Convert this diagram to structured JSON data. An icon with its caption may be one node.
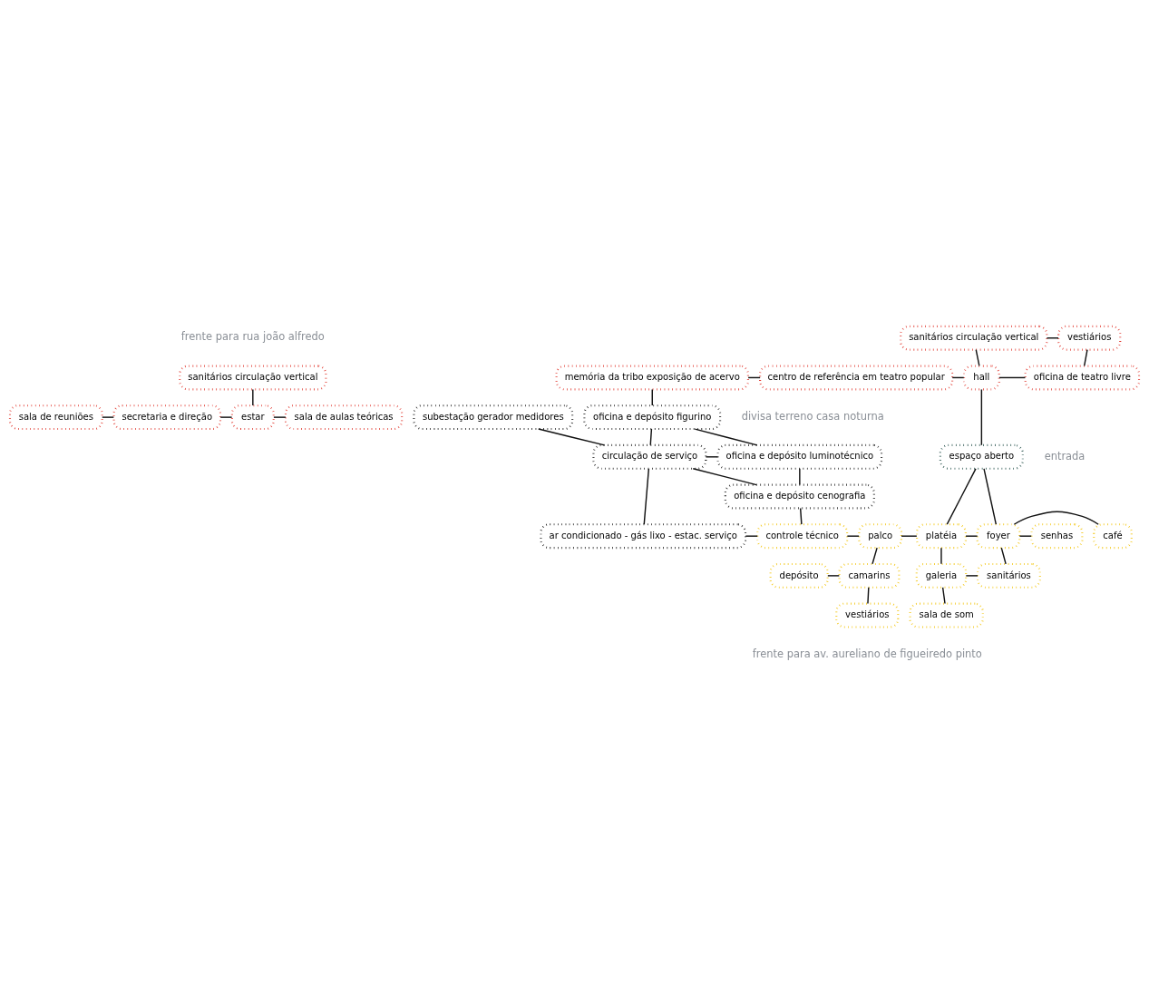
{
  "diagram": {
    "nodes": [
      {
        "text": [
          "sanitários circulação vertical"
        ]
      },
      {
        "text": [
          "sala de reuniões"
        ]
      },
      {
        "text": [
          "secretaria e direção"
        ]
      },
      {
        "text": [
          "estar"
        ]
      },
      {
        "text": [
          "sala de aulas teóricas"
        ]
      },
      {
        "text": [
          "sanitários circulação vertical"
        ]
      },
      {
        "text": [
          "vestiários"
        ]
      },
      {
        "text": [
          "memória da tribo exposição de acervo"
        ]
      },
      {
        "text": [
          "centro de referência em teatro popular"
        ]
      },
      {
        "text": [
          "hall"
        ]
      },
      {
        "text": [
          "oficina de teatro livre"
        ]
      },
      {
        "text": [
          "subestação gerador medidores"
        ]
      },
      {
        "text": [
          "circulação de serviço"
        ]
      },
      {
        "text": [
          "oficina e depósito figurino"
        ]
      },
      {
        "text": [
          "oficina e depósito luminotécnico"
        ]
      },
      {
        "text": [
          "oficina e depósito cenografia"
        ]
      },
      {
        "text": [
          "espaço aberto"
        ]
      },
      {
        "text": [
          "ar condicionado - gás lixo - estac. serviço"
        ]
      },
      {
        "text": [
          "controle técnico"
        ]
      },
      {
        "text": [
          "palco"
        ]
      },
      {
        "text": [
          "platéia"
        ]
      },
      {
        "text": [
          "foyer"
        ]
      },
      {
        "text": [
          "café"
        ]
      },
      {
        "text": [
          "senhas"
        ]
      },
      {
        "text": [
          "depósito"
        ]
      },
      {
        "text": [
          "camarins"
        ]
      },
      {
        "text": [
          "galeria"
        ]
      },
      {
        "text": [
          "sanitários"
        ]
      },
      {
        "text": [
          "vestiários"
        ]
      },
      {
        "text": [
          "sala de som"
        ]
      }
    ],
    "edges": [
      {
        "from": 0,
        "to": 3,
        "arrow": "none"
      },
      {
        "from": 1,
        "to": 2,
        "arrow": "none"
      },
      {
        "from": 2,
        "to": 3,
        "arrow": "none"
      },
      {
        "from": 3,
        "to": 4,
        "arrow": "none"
      },
      {
        "from": 5,
        "to": 6,
        "arrow": "none"
      },
      {
        "from": 5,
        "to": 9,
        "arrow": "none"
      },
      {
        "from": 6,
        "to": 10,
        "arrow": "none"
      },
      {
        "from": 7,
        "to": 8,
        "arrow": "none"
      },
      {
        "from": 8,
        "to": 9,
        "arrow": "none"
      },
      {
        "from": 9,
        "to": 10,
        "arrow": "none"
      },
      {
        "from": 11,
        "to": 12,
        "arrow": "none"
      },
      {
        "from": 7,
        "to": 13,
        "arrow": "none"
      },
      {
        "from": 12,
        "to": 13,
        "arrow": "none"
      },
      {
        "from": 13,
        "to": 14,
        "arrow": "none"
      },
      {
        "from": 12,
        "to": 14,
        "arrow": "none"
      },
      {
        "from": 14,
        "to": 15,
        "arrow": "none"
      },
      {
        "from": 12,
        "to": 15,
        "arrow": "none"
      },
      {
        "from": 12,
        "to": 17,
        "arrow": "none"
      },
      {
        "from": 9,
        "to": 16,
        "arrow": "none"
      },
      {
        "from": 15,
        "to": 18,
        "arrow": "none"
      },
      {
        "from": 16,
        "to": 20,
        "arrow": "none"
      },
      {
        "from": 16,
        "to": 21,
        "arrow": "none"
      },
      {
        "from": 17,
        "to": 18,
        "arrow": "none"
      },
      {
        "from": 18,
        "to": 19,
        "arrow": "none"
      },
      {
        "from": 19,
        "to": 20,
        "arrow": "none"
      },
      {
        "from": 20,
        "to": 21,
        "arrow": "none"
      },
      {
        "from": 21,
        "to": 22,
        "arrow": "none"
      },
      {
        "from": 21,
        "to": 23,
        "arrow": "none"
      },
      {
        "from": 19,
        "to": 25,
        "arrow": "none"
      },
      {
        "from": 24,
        "to": 25,
        "arrow": "none"
      },
      {
        "from": 20,
        "to": 26,
        "arrow": "none"
      },
      {
        "from": 26,
        "to": 27,
        "arrow": "none"
      },
      {
        "from": 21,
        "to": 27,
        "arrow": "none"
      },
      {
        "from": 25,
        "to": 28,
        "arrow": "none"
      },
      {
        "from": 26,
        "to": 29,
        "arrow": "none"
      }
    ],
    "labels": [
      "frente para rua joão alfredo",
      "divisa terreno casa noturna",
      "entrada",
      "frente para av. aureliano de figueiredo pinto"
    ]
  }
}
